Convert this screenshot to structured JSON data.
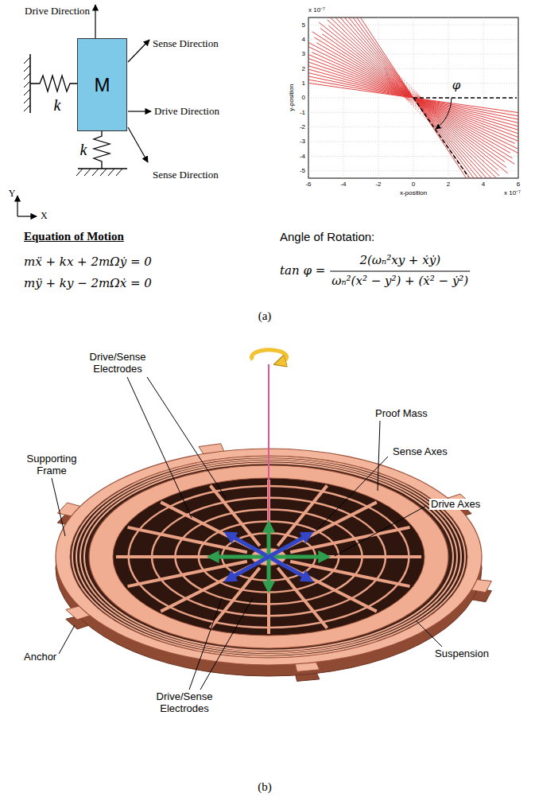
{
  "diagram": {
    "nodes": [
      {
        "text": [
          "M"
        ]
      }
    ],
    "labels": [
      "Drive Direction",
      "Sense Direction",
      "Drive Direction",
      "Sense Direction",
      "k",
      "k",
      "Y",
      "X",
      "x 10⁻⁷",
      "5",
      "4",
      "3",
      "2",
      "1",
      "0",
      "-1",
      "-2",
      "-3",
      "-4",
      "-5",
      "-6",
      "-4",
      "-2",
      "0",
      "2",
      "4",
      "6",
      "x-position",
      "y-position",
      "x 10⁻⁷",
      "φ",
      "Equation of Motion",
      "mẍ + kx + 2mΩẏ = 0",
      "mÿ + ky − 2mΩẋ = 0",
      "Angle of Rotation:",
      "tan φ =",
      "2(ωₙ²xy + ẋẏ)",
      "ωₙ²(x² − y²) + (ẋ² − ẏ²)",
      "(a)",
      "Drive/Sense Electrodes",
      "Supporting Frame",
      "Proof Mass",
      "Sense Axes",
      "Drive Axes",
      "Anchor",
      "Suspension",
      "Drive/Sense Electrodes",
      "(b)"
    ]
  }
}
